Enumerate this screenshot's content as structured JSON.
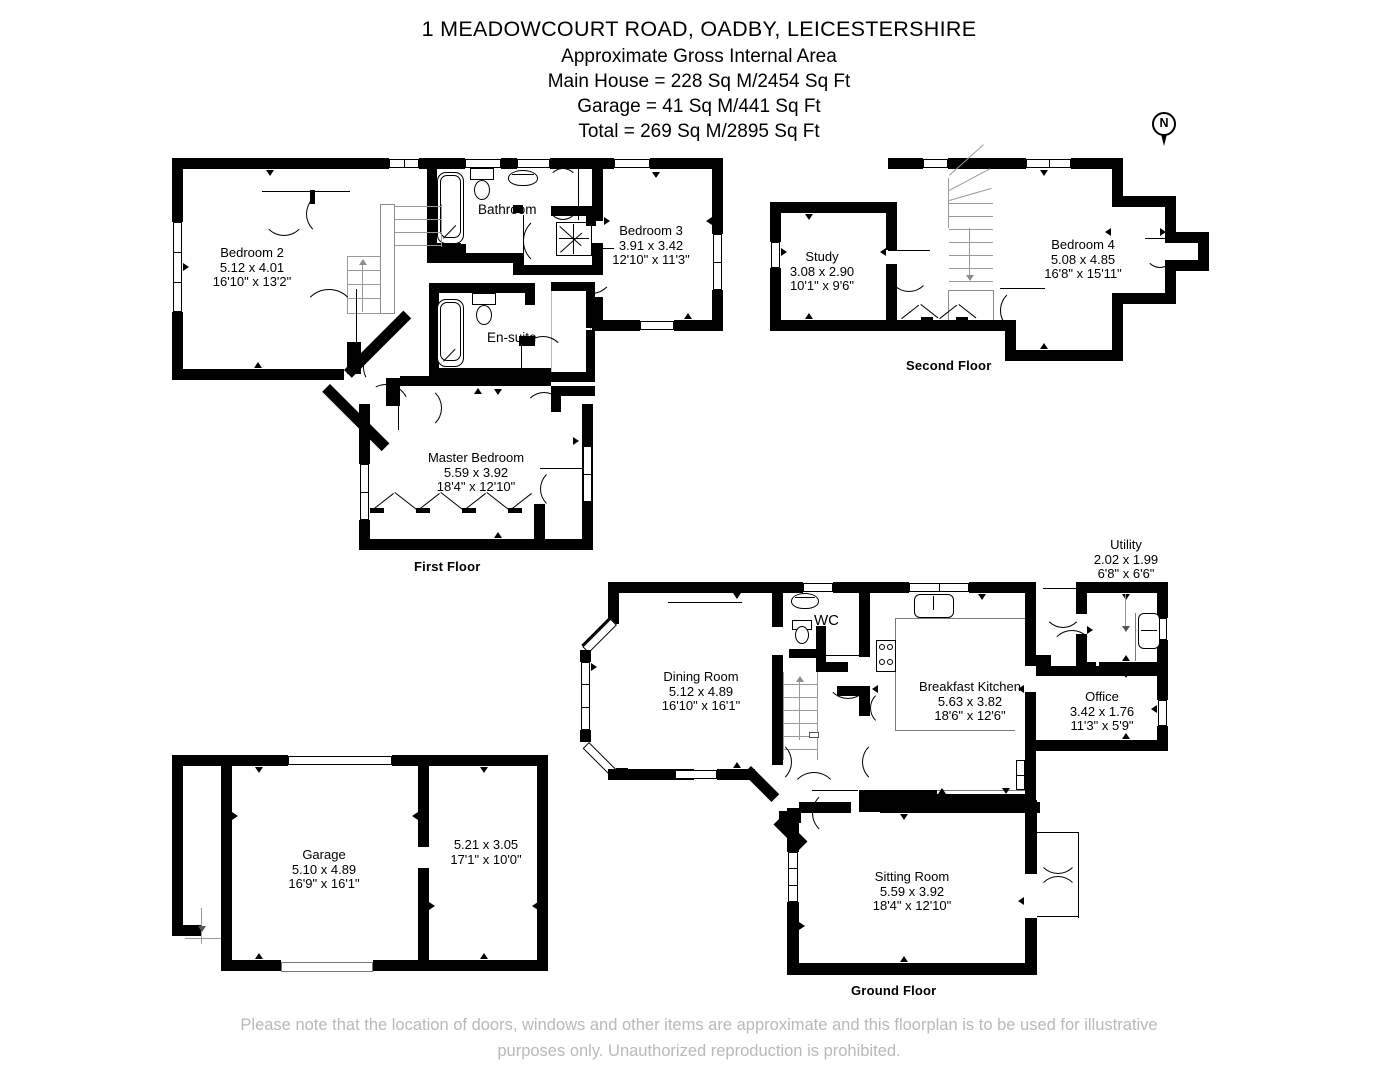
{
  "header": {
    "address": "1 MEADOWCOURT ROAD, OADBY, LEICESTERSHIRE",
    "area_caption": "Approximate Gross Internal Area",
    "main_house": "Main House =  228 Sq M/2454 Sq Ft",
    "garage": "Garage = 41 Sq M/441 Sq Ft",
    "total": "Total = 269 Sq M/2895 Sq Ft"
  },
  "compass": {
    "label": "N"
  },
  "floors": {
    "first": {
      "caption": "First Floor"
    },
    "second": {
      "caption": "Second  Floor"
    },
    "ground": {
      "caption": "Ground Floor"
    }
  },
  "rooms": {
    "bedroom2": {
      "name": "Bedroom 2",
      "metric": "5.12 x 4.01",
      "imperial": "16'10\" x 13'2\""
    },
    "bedroom3": {
      "name": "Bedroom 3",
      "metric": "3.91 x 3.42",
      "imperial": "12'10\" x 11'3\""
    },
    "bathroom": {
      "name": "Bathroom",
      "metric": "",
      "imperial": ""
    },
    "ensuite": {
      "name": "En-suite",
      "metric": "",
      "imperial": ""
    },
    "master": {
      "name": "Master Bedroom",
      "metric": "5.59 x 3.92",
      "imperial": "18'4\" x 12'10\""
    },
    "study": {
      "name": "Study",
      "metric": "3.08 x 2.90",
      "imperial": "10'1\" x 9'6\""
    },
    "bedroom4": {
      "name": "Bedroom 4",
      "metric": "5.08 x 4.85",
      "imperial": "16'8\" x 15'11\""
    },
    "dining": {
      "name": "Dining Room",
      "metric": "5.12 x 4.89",
      "imperial": "16'10\" x 16'1\""
    },
    "wc": {
      "name": "WC",
      "metric": "",
      "imperial": ""
    },
    "kitchen": {
      "name": "Breakfast Kitchen",
      "metric": "5.63 x 3.82",
      "imperial": "18'6\" x 12'6\""
    },
    "utility": {
      "name": "Utility",
      "metric": "2.02 x 1.99",
      "imperial": "6'8\" x 6'6\""
    },
    "office": {
      "name": "Office",
      "metric": "3.42 x 1.76",
      "imperial": "11'3\" x 5'9\""
    },
    "sitting": {
      "name": "Sitting Room",
      "metric": "5.59 x 3.92",
      "imperial": "18'4\" x 12'10\""
    },
    "garage": {
      "name": "Garage",
      "metric": "5.10 x 4.89",
      "imperial": "16'9\" x 16'1\""
    },
    "garage_store": {
      "name": "",
      "metric": "5.21 x 3.05",
      "imperial": "17'1\" x 10'0\""
    }
  },
  "footer": {
    "line1": "Please note that the location of doors, windows and other items are approximate and this floorplan is to be used for illustrative",
    "line2": "purposes only. Unauthorized reproduction is prohibited."
  },
  "colors": {
    "wall": "#000000",
    "background": "#ffffff",
    "footer_text": "#b9b9b9",
    "fixture_grey": "#8d8d8d"
  }
}
